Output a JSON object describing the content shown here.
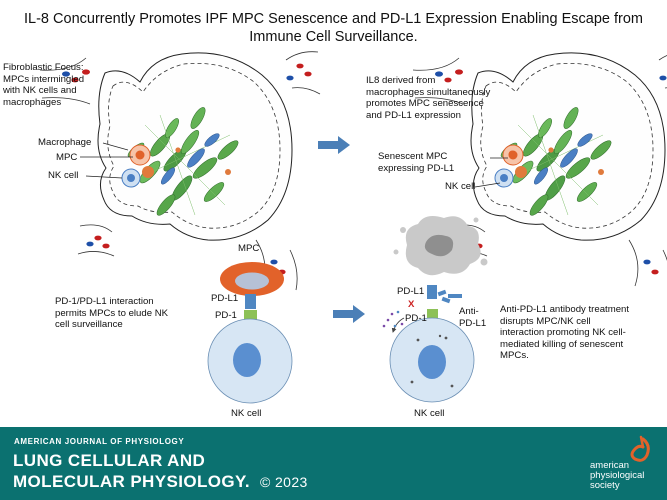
{
  "title": {
    "line1": "IL-8 Concurrently Promotes IPF MPC Senescence and PD-L1 Expression Enabling Escape from",
    "line2": "Immune Cell Surveillance."
  },
  "top_left": {
    "fibrotic_focus": [
      "Fibroblastic Focus:",
      "MPCs intermingled",
      "with NK cells and",
      "macrophages"
    ],
    "macrophage_label": "Macrophage",
    "mpc_label": "MPC",
    "nk_label": "NK cell"
  },
  "top_right": {
    "il8_text": [
      "IL8 derived from",
      "macrophages simultaneously",
      "promotes MPC senescence",
      "and PD-L1 expression"
    ],
    "senescent_label": [
      "Senescent MPC",
      "expressing PD-L1"
    ],
    "nk_label": "NK cell"
  },
  "bottom_left": {
    "mpc_label": "MPC",
    "pdl1_label": "PD-L1",
    "pd1_label": "PD-1",
    "nk_label": "NK cell",
    "interaction_text": [
      "PD-1/PD-L1 interaction",
      "permits MPCs to elude NK",
      "cell surveillance"
    ]
  },
  "bottom_right": {
    "pdl1_label": "PD-L1",
    "x_mark": "X",
    "pd1_label": "PD-1",
    "anti_label": [
      "Anti-",
      "PD-L1"
    ],
    "nk_label": "NK cell",
    "treatment_text": [
      "Anti-PD-L1 antibody treatment",
      "disrupts MPC/NK cell",
      "interaction promoting NK cell-",
      "mediated killing of senescent",
      "MPCs."
    ]
  },
  "footer": {
    "journal": "AMERICAN JOURNAL OF PHYSIOLOGY",
    "line1": "LUNG CELLULAR AND",
    "line2": "MOLECULAR PHYSIOLOGY.",
    "copyright": "© 2023",
    "society": [
      "american",
      "physiological",
      "society"
    ]
  },
  "colors": {
    "footer_bg": "#0b7170",
    "arrow": "#4b7fb7",
    "mpc_orange": "#e2622a",
    "pd1_green": "#8dc157",
    "pdl1_blue": "#4f87c2",
    "nk_fill": "#d7e6f4",
    "nucleus": "#5a8fd0",
    "x_red": "#cc2222"
  }
}
